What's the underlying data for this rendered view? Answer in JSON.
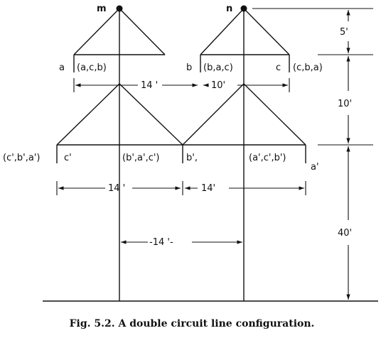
{
  "labels": {
    "node_m": "m",
    "node_n": "n",
    "upper_a": "a",
    "upper_a_phases": "(a,c,b)",
    "upper_b": "b",
    "upper_b_phases": "(b,a,c)",
    "upper_c": "c",
    "upper_c_phases": "(c,b,a)",
    "lower_left_phases": "(c',b',a')",
    "lower_c": "c'",
    "lower_mid_phases": "(b',a',c')",
    "lower_b": "b',",
    "lower_right_phases": "(a',c',b')",
    "lower_a": "a'"
  },
  "dimensions": {
    "upper_left_span": "14 '",
    "upper_right_span": "10'",
    "lower_left_span": "14 '",
    "lower_right_span": "14'",
    "tower_spacing": "-14 '-",
    "top_offset": "5'",
    "mid_offset": "10'",
    "ground_height": "40'"
  },
  "caption": "Fig. 5.2.   A double circuit line configuration."
}
